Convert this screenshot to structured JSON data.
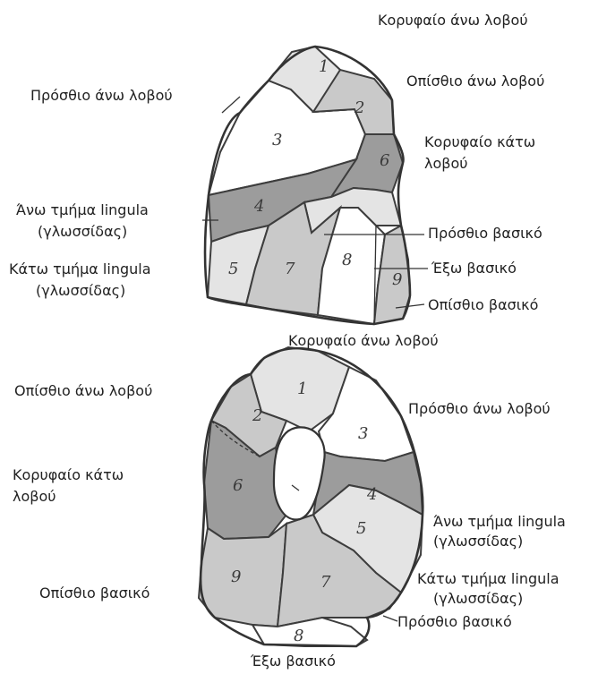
{
  "colors": {
    "light": "#ffffff",
    "pale": "#e4e4e4",
    "mid": "#c9c9c9",
    "dark": "#9c9c9c",
    "line": "#333333"
  },
  "lateral_view": {
    "segments": {
      "s1": "1",
      "s2": "2",
      "s3": "3",
      "s4": "4",
      "s5": "5",
      "s6": "6",
      "s7": "7",
      "s8": "8",
      "s9": "9"
    },
    "labels": {
      "apical_upper": "Κορυφαίο άνω λοβού",
      "posterior_upper": "Οπίσθιο άνω λοβού",
      "anterior_upper": "Πρόσθιο άνω λοβού",
      "superior_lower_1": "Κορυφαίο κάτω",
      "superior_lower_2": "λοβού",
      "sup_lingula_1": "Άνω τμήμα lingula",
      "sup_lingula_2": "(γλωσσίδας)",
      "inf_lingula_1": "Κάτω τμήμα lingula",
      "inf_lingula_2": "(γλωσσίδας)",
      "anterior_basal": "Πρόσθιο βασικό",
      "lateral_basal": "Έξω βασικό",
      "posterior_basal": "Οπίσθιο βασικό"
    }
  },
  "medial_view": {
    "segments": {
      "s1": "1",
      "s2": "2",
      "s3": "3",
      "s4": "4",
      "s5": "5",
      "s6": "6",
      "s7": "7",
      "s8": "8",
      "s9": "9"
    },
    "labels": {
      "apical_upper": "Κορυφαίο άνω λοβού",
      "posterior_upper": "Οπίσθιο άνω λοβού",
      "anterior_upper": "Πρόσθιο άνω λοβού",
      "superior_lower_1": "Κορυφαίο κάτω",
      "superior_lower_2": "λοβού",
      "sup_lingula_1": "Άνω τμήμα lingula",
      "sup_lingula_2": "(γλωσσίδας)",
      "inf_lingula_1": "Κάτω τμήμα lingula",
      "inf_lingula_2": "(γλωσσίδας)",
      "posterior_basal": "Οπίσθιο βασικό",
      "anterior_basal": "Πρόσθιο βασικό",
      "lateral_basal": "Έξω βασικό"
    }
  }
}
